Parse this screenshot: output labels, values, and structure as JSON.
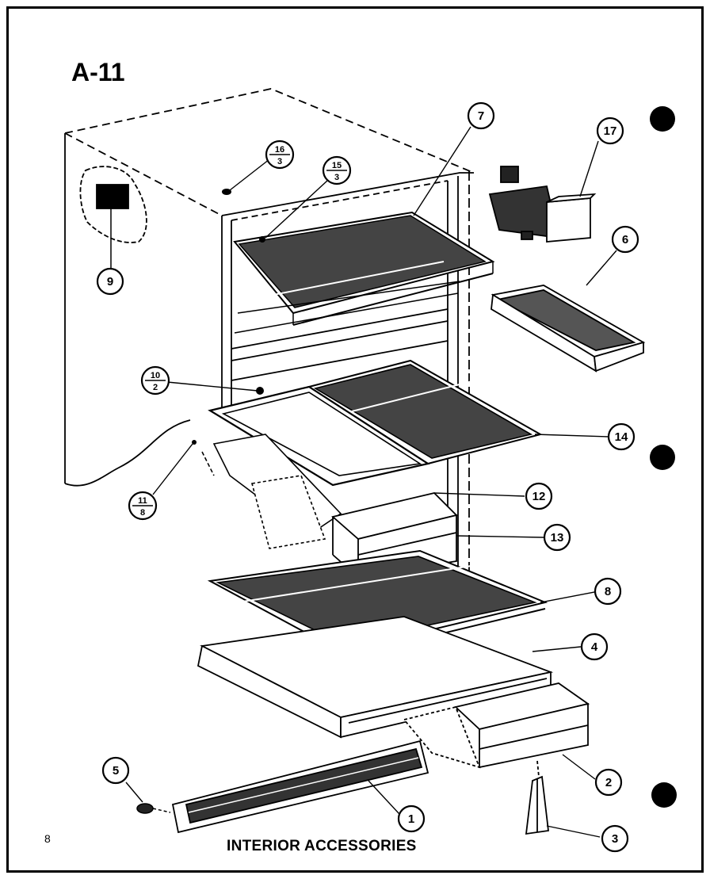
{
  "figure": {
    "id_label": "A-11",
    "caption": "INTERIOR ACCESSORIES",
    "page_number": "8"
  },
  "callouts": [
    {
      "key": "c7",
      "label": "7"
    },
    {
      "key": "c17",
      "label": "17"
    },
    {
      "key": "c6",
      "label": "6"
    },
    {
      "key": "c9",
      "label": "9"
    },
    {
      "key": "c14",
      "label": "14"
    },
    {
      "key": "c12",
      "label": "12"
    },
    {
      "key": "c13",
      "label": "13"
    },
    {
      "key": "c8",
      "label": "8"
    },
    {
      "key": "c4",
      "label": "4"
    },
    {
      "key": "c2",
      "label": "2"
    },
    {
      "key": "c5",
      "label": "5"
    },
    {
      "key": "c1",
      "label": "1"
    },
    {
      "key": "c3",
      "label": "3"
    }
  ],
  "fraction_callouts": [
    {
      "key": "f16",
      "top": "16",
      "bottom": "3"
    },
    {
      "key": "f15",
      "top": "15",
      "bottom": "3"
    },
    {
      "key": "f10",
      "top": "10",
      "bottom": "2"
    },
    {
      "key": "f11",
      "top": "11",
      "bottom": "8"
    }
  ]
}
